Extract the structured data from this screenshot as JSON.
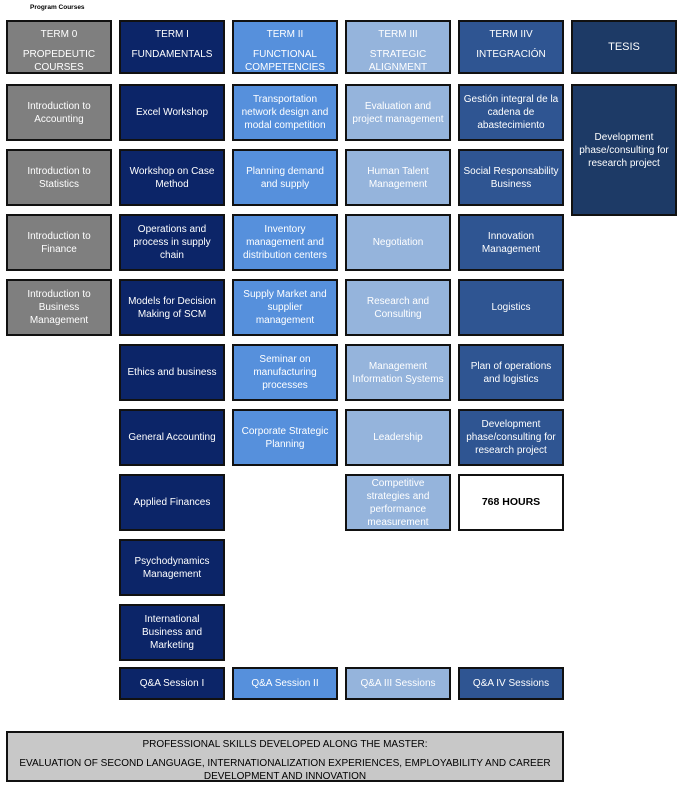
{
  "title": "Program Courses",
  "headers": {
    "term0": {
      "line1": "TERM 0",
      "line2": "PROPEDEUTIC\nCOURSES"
    },
    "term1": {
      "line1": "TERM I",
      "line2": "FUNDAMENTALS"
    },
    "term2": {
      "line1": "TERM II",
      "line2": "FUNCTIONAL\nCOMPETENCIES"
    },
    "term3": {
      "line1": "TERM III",
      "line2": "STRATEGIC\nALIGNMENT"
    },
    "term4": {
      "line1": "TERM IIV",
      "line2": "INTEGRACIÓN"
    },
    "tesis": "TESIS"
  },
  "term0": [
    "Introduction to\nAccounting",
    "Introduction to\nStatistics",
    "Introduction to\nFinance",
    "Introduction to\nBusiness\nManagement"
  ],
  "term1": [
    "Excel Workshop",
    "Workshop on Case\nMethod",
    "Operations and\nprocess in supply\nchain",
    "Models for Decision\nMaking of SCM",
    "Ethics and business",
    "General Accounting",
    "Applied Finances",
    "Psychodynamics\nManagement",
    "International\nBusiness and\nMarketing"
  ],
  "term2": [
    "Transportation\nnetwork design and\nmodal competition",
    "Planning demand\nand supply",
    "Inventory\nmanagement and\ndistribution centers",
    "Supply Market and\nsupplier management",
    "Seminar on\nmanufacturing\nprocesses",
    "Corporate Strategic\nPlanning"
  ],
  "term3": [
    "Evaluation and\nproject management",
    "Human Talent\nManagement",
    "Negotiation",
    "Research and\nConsulting",
    "Management\nInformation Systems",
    "Leadership",
    "Competitive\nstrategies and\nperformance\nmeasurement"
  ],
  "term4": [
    "Gestión integral de la\ncadena de\nabastecimiento",
    "Social Responsability\nBusiness",
    "Innovation\nManagement",
    "Logistics",
    "Plan of operations\nand logistics",
    "Development\nphase/consulting for\nresearch project"
  ],
  "tesis_box": "Development\nphase/consulting for\nresearch project",
  "hours": "768 HOURS",
  "qa": [
    "Q&A  Session I",
    "Q&A  Session II",
    "Q&A III Sessions",
    "Q&A IV Sessions"
  ],
  "footer": {
    "line1": "PROFESSIONAL SKILLS DEVELOPED ALONG THE MASTER:",
    "line2": "EVALUATION OF SECOND LANGUAGE, INTERNATIONALIZATION EXPERIENCES, EMPLOYABILITY AND CAREER DEVELOPMENT AND INNOVATION"
  },
  "colors": {
    "term0": "#7f7f7f",
    "term1": "#0c2568",
    "term2": "#5690dc",
    "term3": "#95b4dc",
    "term4": "#2f5592",
    "tesis": "#1d3a66",
    "footer": "#c8c8c8"
  }
}
